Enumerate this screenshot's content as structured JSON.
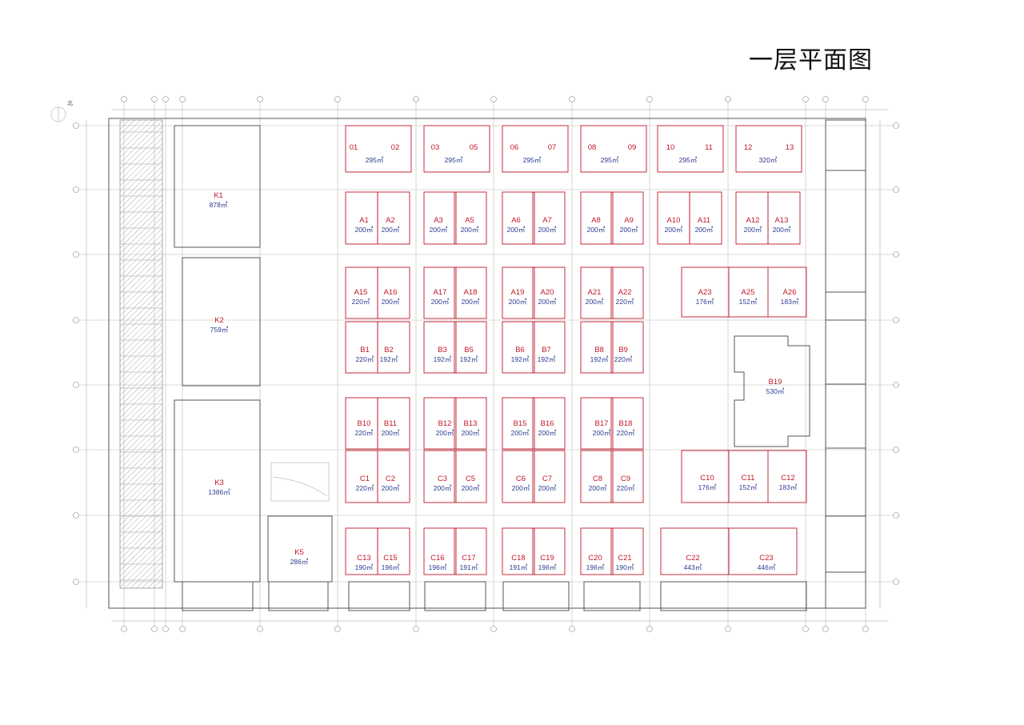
{
  "title": "一层平面图",
  "north_label": "北",
  "colors": {
    "unit_label": "#c0182a",
    "area_label": "#2a3a8f",
    "wall": "#555555"
  },
  "units": [
    {
      "id": "01",
      "area": ""
    },
    {
      "id": "02",
      "area": "295㎡"
    },
    {
      "id": "03",
      "area": ""
    },
    {
      "id": "05",
      "area": "295㎡"
    },
    {
      "id": "06",
      "area": ""
    },
    {
      "id": "07",
      "area": "295㎡"
    },
    {
      "id": "08",
      "area": ""
    },
    {
      "id": "09",
      "area": "295㎡"
    },
    {
      "id": "10",
      "area": ""
    },
    {
      "id": "11",
      "area": "295㎡"
    },
    {
      "id": "12",
      "area": ""
    },
    {
      "id": "13",
      "area": "320㎡"
    },
    {
      "id": "K1",
      "area": "878㎡"
    },
    {
      "id": "K2",
      "area": "759㎡"
    },
    {
      "id": "K3",
      "area": "1386㎡"
    },
    {
      "id": "K5",
      "area": "286㎡"
    },
    {
      "id": "A1",
      "area": "200㎡"
    },
    {
      "id": "A2",
      "area": "200㎡"
    },
    {
      "id": "A3",
      "area": "200㎡"
    },
    {
      "id": "A5",
      "area": "200㎡"
    },
    {
      "id": "A6",
      "area": "200㎡"
    },
    {
      "id": "A7",
      "area": "200㎡"
    },
    {
      "id": "A8",
      "area": "200㎡"
    },
    {
      "id": "A9",
      "area": "200㎡"
    },
    {
      "id": "A10",
      "area": "200㎡"
    },
    {
      "id": "A11",
      "area": "200㎡"
    },
    {
      "id": "A12",
      "area": "200㎡"
    },
    {
      "id": "A13",
      "area": "200㎡"
    },
    {
      "id": "A15",
      "area": "220㎡"
    },
    {
      "id": "A16",
      "area": "200㎡"
    },
    {
      "id": "A17",
      "area": "200㎡"
    },
    {
      "id": "A18",
      "area": "200㎡"
    },
    {
      "id": "A19",
      "area": "200㎡"
    },
    {
      "id": "A20",
      "area": "200㎡"
    },
    {
      "id": "A21",
      "area": "200㎡"
    },
    {
      "id": "A22",
      "area": "220㎡"
    },
    {
      "id": "A23",
      "area": "176㎡"
    },
    {
      "id": "A25",
      "area": "152㎡"
    },
    {
      "id": "A26",
      "area": "183㎡"
    },
    {
      "id": "B1",
      "area": "220㎡"
    },
    {
      "id": "B2",
      "area": "192㎡"
    },
    {
      "id": "B3",
      "area": "192㎡"
    },
    {
      "id": "B5",
      "area": "192㎡"
    },
    {
      "id": "B6",
      "area": "192㎡"
    },
    {
      "id": "B7",
      "area": "192㎡"
    },
    {
      "id": "B8",
      "area": "192㎡"
    },
    {
      "id": "B9",
      "area": "220㎡"
    },
    {
      "id": "B19",
      "area": "530㎡"
    },
    {
      "id": "B10",
      "area": "220㎡"
    },
    {
      "id": "B11",
      "area": "200㎡"
    },
    {
      "id": "B12",
      "area": "200㎡"
    },
    {
      "id": "B13",
      "area": "200㎡"
    },
    {
      "id": "B15",
      "area": "200㎡"
    },
    {
      "id": "B16",
      "area": "200㎡"
    },
    {
      "id": "B17",
      "area": "200㎡"
    },
    {
      "id": "B18",
      "area": "220㎡"
    },
    {
      "id": "C1",
      "area": "220㎡"
    },
    {
      "id": "C2",
      "area": "200㎡"
    },
    {
      "id": "C3",
      "area": "200㎡"
    },
    {
      "id": "C5",
      "area": "200㎡"
    },
    {
      "id": "C6",
      "area": "200㎡"
    },
    {
      "id": "C7",
      "area": "200㎡"
    },
    {
      "id": "C8",
      "area": "200㎡"
    },
    {
      "id": "C9",
      "area": "220㎡"
    },
    {
      "id": "C10",
      "area": "176㎡"
    },
    {
      "id": "C11",
      "area": "152㎡"
    },
    {
      "id": "C12",
      "area": "183㎡"
    },
    {
      "id": "C13",
      "area": "190㎡"
    },
    {
      "id": "C15",
      "area": "196㎡"
    },
    {
      "id": "C16",
      "area": "196㎡"
    },
    {
      "id": "C17",
      "area": "191㎡"
    },
    {
      "id": "C18",
      "area": "191㎡"
    },
    {
      "id": "C19",
      "area": "196㎡"
    },
    {
      "id": "C20",
      "area": "196㎡"
    },
    {
      "id": "C21",
      "area": "190㎡"
    },
    {
      "id": "C22",
      "area": "443㎡"
    },
    {
      "id": "C23",
      "area": "446㎡"
    }
  ]
}
